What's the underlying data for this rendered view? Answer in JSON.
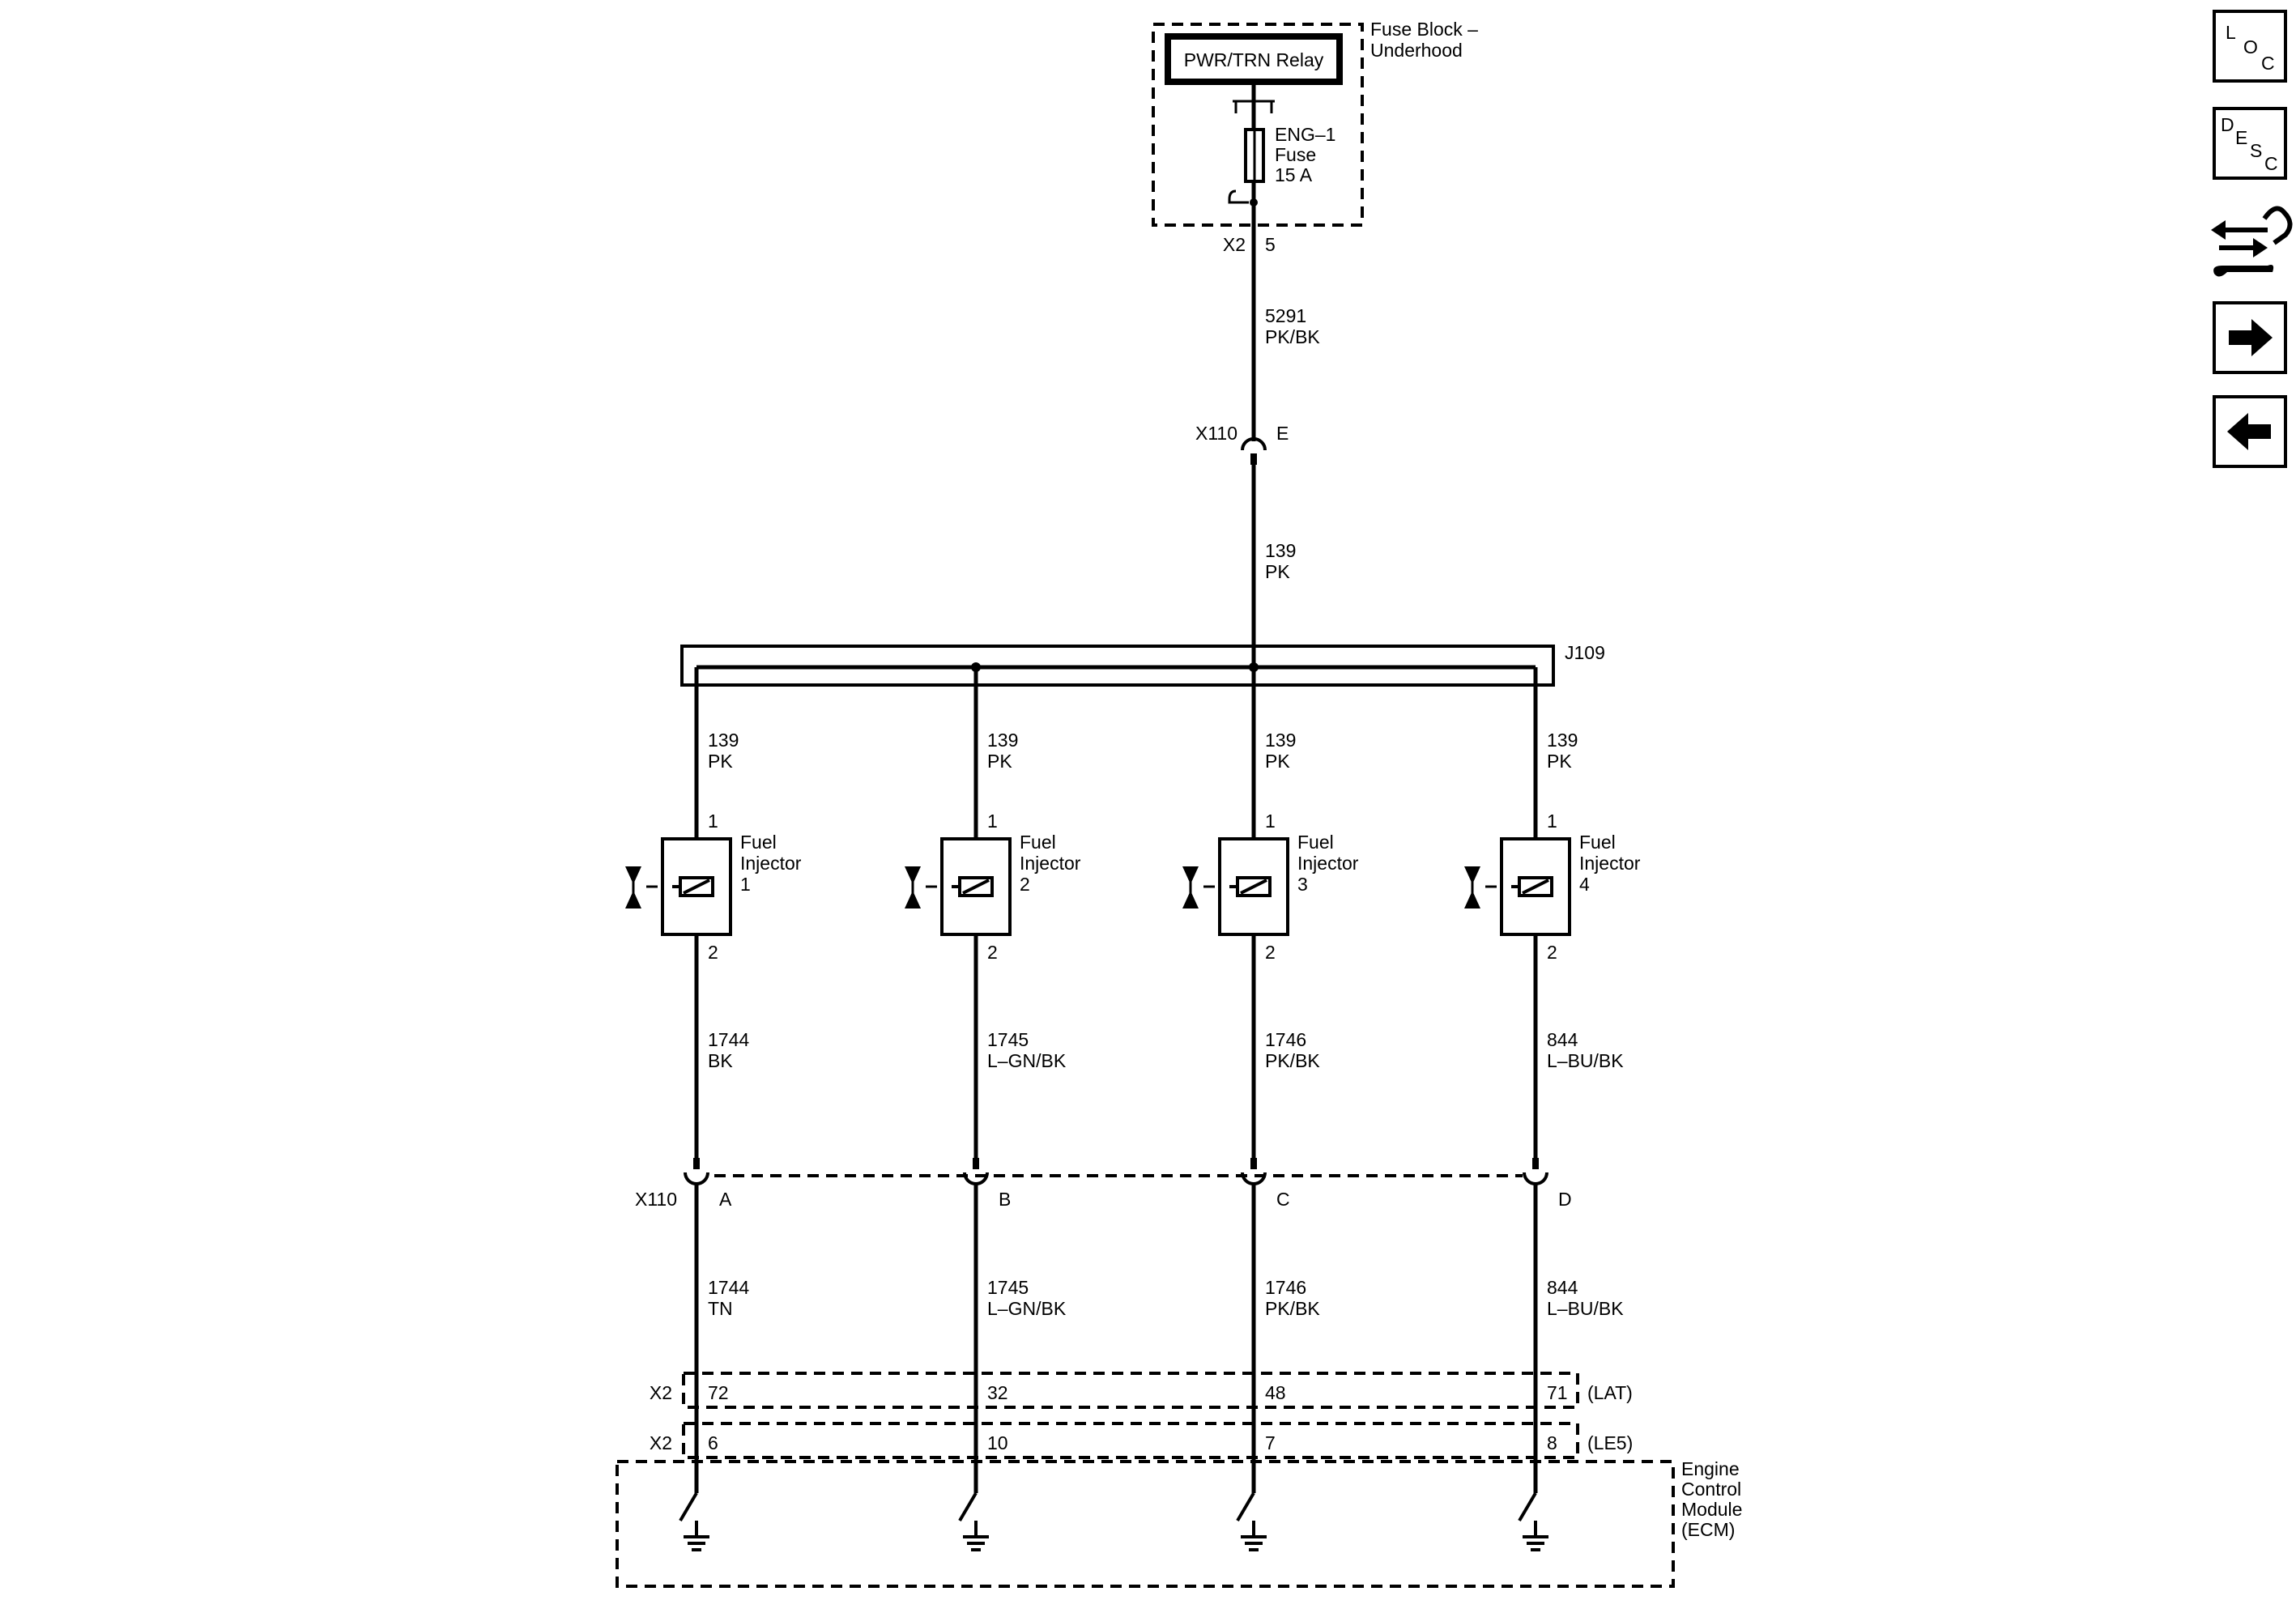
{
  "fuse_block": {
    "name_line1": "Fuse Block –",
    "name_line2": "Underhood",
    "relay": "PWR/TRN Relay",
    "fuse_name": "ENG–1",
    "fuse_word": "Fuse",
    "fuse_rating": "15 A",
    "connector": "X2",
    "pin": "5"
  },
  "feed_wire": {
    "circuit": "5291",
    "color": "PK/BK"
  },
  "inline_connector": {
    "name": "X110",
    "pin": "E"
  },
  "splice_feed": {
    "circuit": "139",
    "color": "PK"
  },
  "splice": {
    "name": "J109"
  },
  "injectors": [
    {
      "name_line1": "Fuel",
      "name_line2": "Injector",
      "number": "1",
      "pin_top": "1",
      "pin_bottom": "2",
      "upper_wire": {
        "circuit": "139",
        "color": "PK"
      },
      "lower_wire": {
        "circuit": "1744",
        "color": "BK"
      },
      "x110_pin": "A",
      "ecm_wire": {
        "circuit": "1744",
        "color": "TN"
      },
      "ecm_pin_lat": "72",
      "ecm_pin_le5": "6"
    },
    {
      "name_line1": "Fuel",
      "name_line2": "Injector",
      "number": "2",
      "pin_top": "1",
      "pin_bottom": "2",
      "upper_wire": {
        "circuit": "139",
        "color": "PK"
      },
      "lower_wire": {
        "circuit": "1745",
        "color": "L–GN/BK"
      },
      "x110_pin": "B",
      "ecm_wire": {
        "circuit": "1745",
        "color": "L–GN/BK"
      },
      "ecm_pin_lat": "32",
      "ecm_pin_le5": "10"
    },
    {
      "name_line1": "Fuel",
      "name_line2": "Injector",
      "number": "3",
      "pin_top": "1",
      "pin_bottom": "2",
      "upper_wire": {
        "circuit": "139",
        "color": "PK"
      },
      "lower_wire": {
        "circuit": "1746",
        "color": "PK/BK"
      },
      "x110_pin": "C",
      "ecm_wire": {
        "circuit": "1746",
        "color": "PK/BK"
      },
      "ecm_pin_lat": "48",
      "ecm_pin_le5": "7"
    },
    {
      "name_line1": "Fuel",
      "name_line2": "Injector",
      "number": "4",
      "pin_top": "1",
      "pin_bottom": "2",
      "upper_wire": {
        "circuit": "139",
        "color": "PK"
      },
      "lower_wire": {
        "circuit": "844",
        "color": "L–BU/BK"
      },
      "x110_pin": "D",
      "ecm_wire": {
        "circuit": "844",
        "color": "L–BU/BK"
      },
      "ecm_pin_lat": "71",
      "ecm_pin_le5": "8"
    }
  ],
  "lower_inline": {
    "name": "X110"
  },
  "ecm": {
    "connector": "X2",
    "option_lat": "(LAT)",
    "option_le5": "(LE5)",
    "name_line1": "Engine",
    "name_line2": "Control",
    "name_line3": "Module",
    "name_line4": "(ECM)"
  },
  "sidebar": {
    "loc": {
      "l": "L",
      "o": "O",
      "c": "C"
    },
    "desc": {
      "d": "D",
      "e": "E",
      "s": "S",
      "c": "C"
    },
    "icons": [
      "connector-tool-icon",
      "arrow-right-icon",
      "arrow-left-icon"
    ]
  }
}
